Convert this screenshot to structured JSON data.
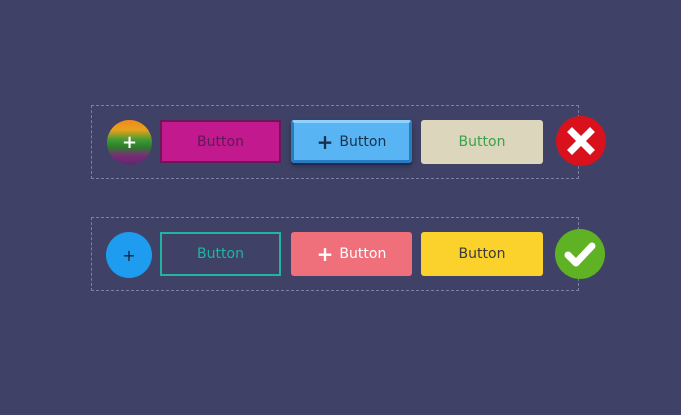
{
  "colors": {
    "background": "#3f4266",
    "magenta": "#c3198f",
    "blue": "#58b4f3",
    "beige": "#dcd6bd",
    "red": "#d9111d",
    "light_blue": "#1e9cf0",
    "teal": "#22b3a2",
    "coral": "#ef6f7b",
    "yellow": "#fbd12b",
    "green": "#5fb224"
  },
  "row1": {
    "plus_button": {
      "symbol": "+",
      "icon": "plus-icon"
    },
    "magenta_button": {
      "label": "Button"
    },
    "blue_button": {
      "symbol": "+",
      "label": "Button"
    },
    "beige_button": {
      "label": "Button"
    },
    "status_icon": "close-icon"
  },
  "row2": {
    "plus_button": {
      "symbol": "+",
      "icon": "plus-icon"
    },
    "outline_button": {
      "label": "Button"
    },
    "coral_button": {
      "symbol": "+",
      "label": "Button"
    },
    "yellow_button": {
      "label": "Button"
    },
    "status_icon": "check-icon"
  }
}
